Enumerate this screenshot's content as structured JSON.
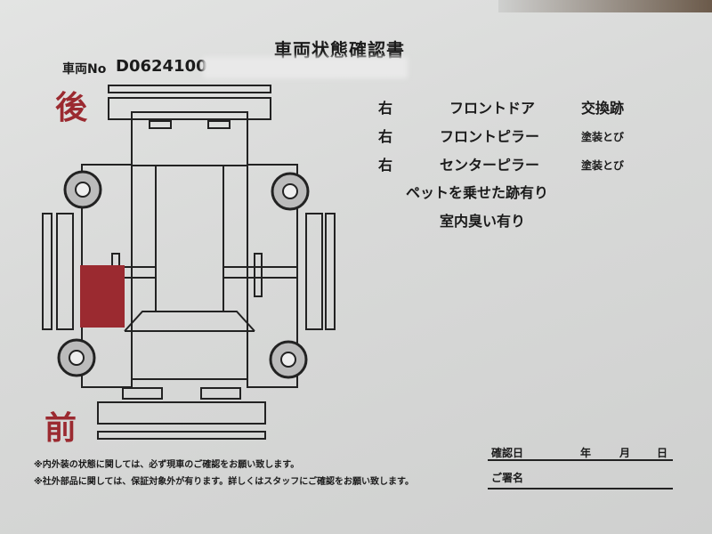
{
  "title": "車両状態確認書",
  "vehicle_no_label": "車両No",
  "vehicle_no": "D0624100",
  "rear_label": "後",
  "front_label": "前",
  "notes": [
    {
      "side": "右",
      "part": "フロントドア",
      "status": "交換跡"
    },
    {
      "side": "右",
      "part": "フロントピラー",
      "status": "塗装とび"
    },
    {
      "side": "右",
      "part": "センターピラー",
      "status": "塗装とび"
    }
  ],
  "remarks": [
    "ペットを乗せた跡有り",
    "室内臭い有り"
  ],
  "footnotes": [
    "※内外装の状態に関しては、必ず現車のご確認をお願い致します。",
    "※社外部品に関しては、保証対象外が有ります。詳しくはスタッフにご確認をお願い致します。"
  ],
  "confirm": {
    "date_label": "確認日",
    "year": "年",
    "month": "月",
    "day": "日",
    "signature_label": "ご署名"
  },
  "colors": {
    "damage": "#9b2a30"
  }
}
